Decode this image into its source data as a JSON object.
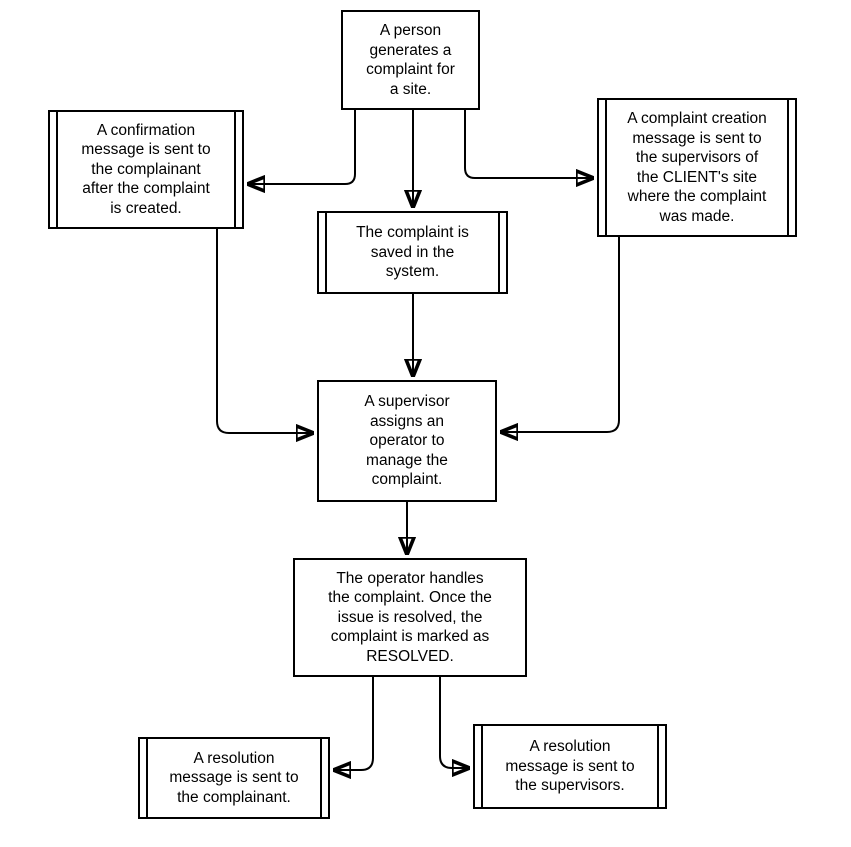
{
  "diagram": {
    "type": "flowchart",
    "colors": {
      "stroke": "#000000",
      "node_fill": "#ffffff",
      "background": "#ffffff",
      "text": "#000000"
    },
    "nodes": [
      {
        "id": "person",
        "shape": "process",
        "label": "A person\ngenerates a\ncomplaint for\na site."
      },
      {
        "id": "confirmation",
        "shape": "predefined-process",
        "label": "A confirmation\nmessage is sent to\nthe complainant\nafter the complaint\nis created."
      },
      {
        "id": "creation",
        "shape": "predefined-process",
        "label": "A complaint creation\nmessage is sent to\nthe supervisors of\nthe CLIENT's site\nwhere the complaint\nwas made."
      },
      {
        "id": "saved",
        "shape": "predefined-process",
        "label": "The complaint is\nsaved in the\nsystem."
      },
      {
        "id": "supervisor",
        "shape": "process",
        "label": "A supervisor\nassigns an\noperator to\nmanage the\ncomplaint."
      },
      {
        "id": "operator",
        "shape": "process",
        "label": "The operator handles\nthe complaint. Once the\nissue is resolved, the\ncomplaint is marked as\nRESOLVED."
      },
      {
        "id": "res-complainant",
        "shape": "predefined-process",
        "label": "A resolution\nmessage is sent to\nthe complainant."
      },
      {
        "id": "res-supervisors",
        "shape": "predefined-process",
        "label": "A resolution\nmessage is sent to\nthe supervisors."
      }
    ],
    "edges": [
      {
        "from": "person",
        "to": "confirmation"
      },
      {
        "from": "person",
        "to": "saved"
      },
      {
        "from": "person",
        "to": "creation"
      },
      {
        "from": "confirmation",
        "to": "supervisor"
      },
      {
        "from": "creation",
        "to": "supervisor"
      },
      {
        "from": "saved",
        "to": "supervisor"
      },
      {
        "from": "supervisor",
        "to": "operator"
      },
      {
        "from": "operator",
        "to": "res-complainant"
      },
      {
        "from": "operator",
        "to": "res-supervisors"
      }
    ]
  }
}
